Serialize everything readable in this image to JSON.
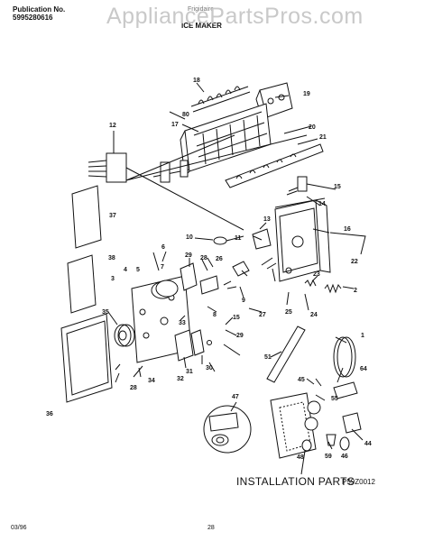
{
  "header": {
    "pub_label": "Publication No.",
    "pub_number": "5995280616",
    "section": "ICE MAKER",
    "brand_fragment": "Frigidaire"
  },
  "watermark": "AppliancePartsPros.com",
  "installation_label": "INSTALLATION PARTS",
  "figure_code": "P59Z0012",
  "footer": {
    "date": "03/96",
    "page": "28"
  },
  "callouts": [
    "18",
    "19",
    "80",
    "17",
    "20",
    "12",
    "21",
    "15",
    "14",
    "37",
    "13",
    "16",
    "10",
    "11",
    "6",
    "7",
    "29",
    "28",
    "26",
    "23",
    "38",
    "22",
    "5",
    "4",
    "3",
    "2",
    "9",
    "8",
    "35",
    "27",
    "25",
    "24",
    "33",
    "15",
    "29",
    "31",
    "30",
    "32",
    "34",
    "28",
    "36",
    "1",
    "51",
    "45",
    "64",
    "47",
    "55",
    "44",
    "46",
    "59",
    "48"
  ]
}
